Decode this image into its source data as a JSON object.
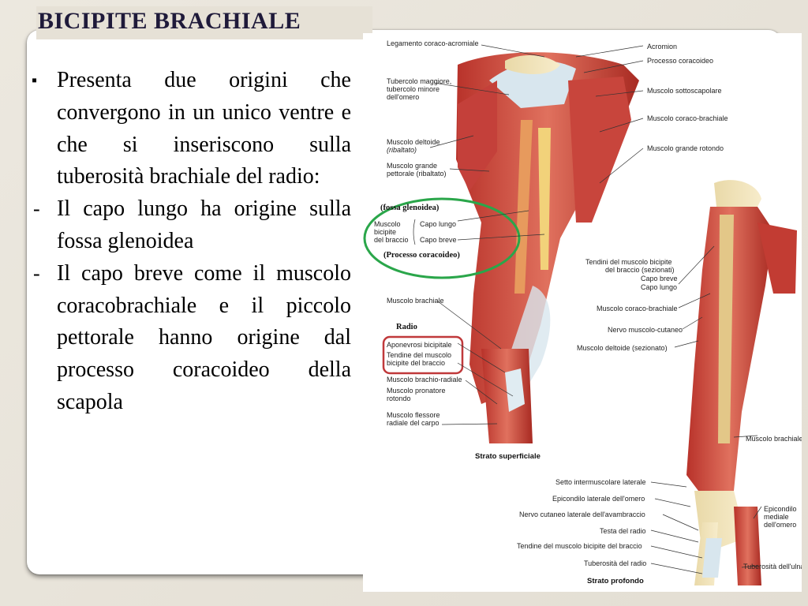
{
  "slide": {
    "title": "BICIPITE BRACHIALE",
    "bullets": [
      {
        "marker": "▪",
        "text": "Presenta due origini che convergono in un unico ventre e che si inseriscono sulla tuberosità brachiale del radio:"
      },
      {
        "marker": "-",
        "text": "Il capo lungo ha origine sulla fossa glenoidea"
      },
      {
        "marker": "-",
        "text": "Il capo breve come il muscolo coracobrachiale e il piccolo pettorale hanno origine dal processo coracoideo della scapola"
      }
    ]
  },
  "figure": {
    "left_labels": {
      "lig_coraco": "Legamento coraco-acromiale",
      "tub_1": "Tubercolo maggiore,",
      "tub_2": "tubercolo minore",
      "tub_3": "dell'omero",
      "deltoide_1": "Muscolo deltoide",
      "deltoide_2": "(ribaltato)",
      "grande_pett_1": "Muscolo grande",
      "grande_pett_2": "pettorale (ribaltato)",
      "fossa": "(fossa glenoidea)",
      "mb_1": "Muscolo",
      "mb_2": "bicipite",
      "mb_3": "del braccio",
      "capo_lungo": "Capo lungo",
      "capo_breve": "Capo breve",
      "processo": "(Processo coracoideo)",
      "brachiale": "Muscolo brachiale",
      "radio": "Radio",
      "aponevrosi": "Aponevrosi bicipitale",
      "tendine_1": "Tendine del muscolo",
      "tendine_2": "bicipite del braccio",
      "brachio_rad": "Muscolo brachio-radiale",
      "pronatore_1": "Muscolo pronatore",
      "pronatore_2": "rotondo",
      "flessore_1": "Muscolo flessore",
      "flessore_2": "radiale del carpo",
      "strato_sup": "Strato superficiale"
    },
    "right_labels": {
      "acromion": "Acromion",
      "proc_coracoideo": "Processo coracoideo",
      "sottoscapolare": "Muscolo sottoscapolare",
      "coraco_brachiale": "Muscolo coraco-brachiale",
      "grande_rotondo": "Muscolo grande rotondo",
      "tendini_1": "Tendini del muscolo bicipite",
      "tendini_2": "del braccio (sezionati)",
      "capo_breve": "Capo breve",
      "capo_lungo": "Capo lungo",
      "coraco_brachiale_2": "Muscolo coraco-brachiale",
      "nervo_mc": "Nervo muscolo-cutaneo",
      "deltoide_sez": "Muscolo deltoide (sezionato)",
      "brachiale_2": "Muscolo brachiale",
      "setto": "Setto intermuscolare laterale",
      "epicondilo_lat": "Epicondilo laterale dell'omero",
      "nervo_cut": "Nervo cutaneo laterale dell'avambraccio",
      "testa_radio": "Testa del radio",
      "tendine_bic": "Tendine del muscolo bicipite del braccio",
      "tuberosita_radio": "Tuberosità del radio",
      "epi_med_1": "Epicondilo",
      "epi_med_2": "mediale",
      "epi_med_3": "dell'omero",
      "tuberosita_ulna": "Tuberosità dell'ulna",
      "strato_prof": "Strato profondo"
    }
  }
}
